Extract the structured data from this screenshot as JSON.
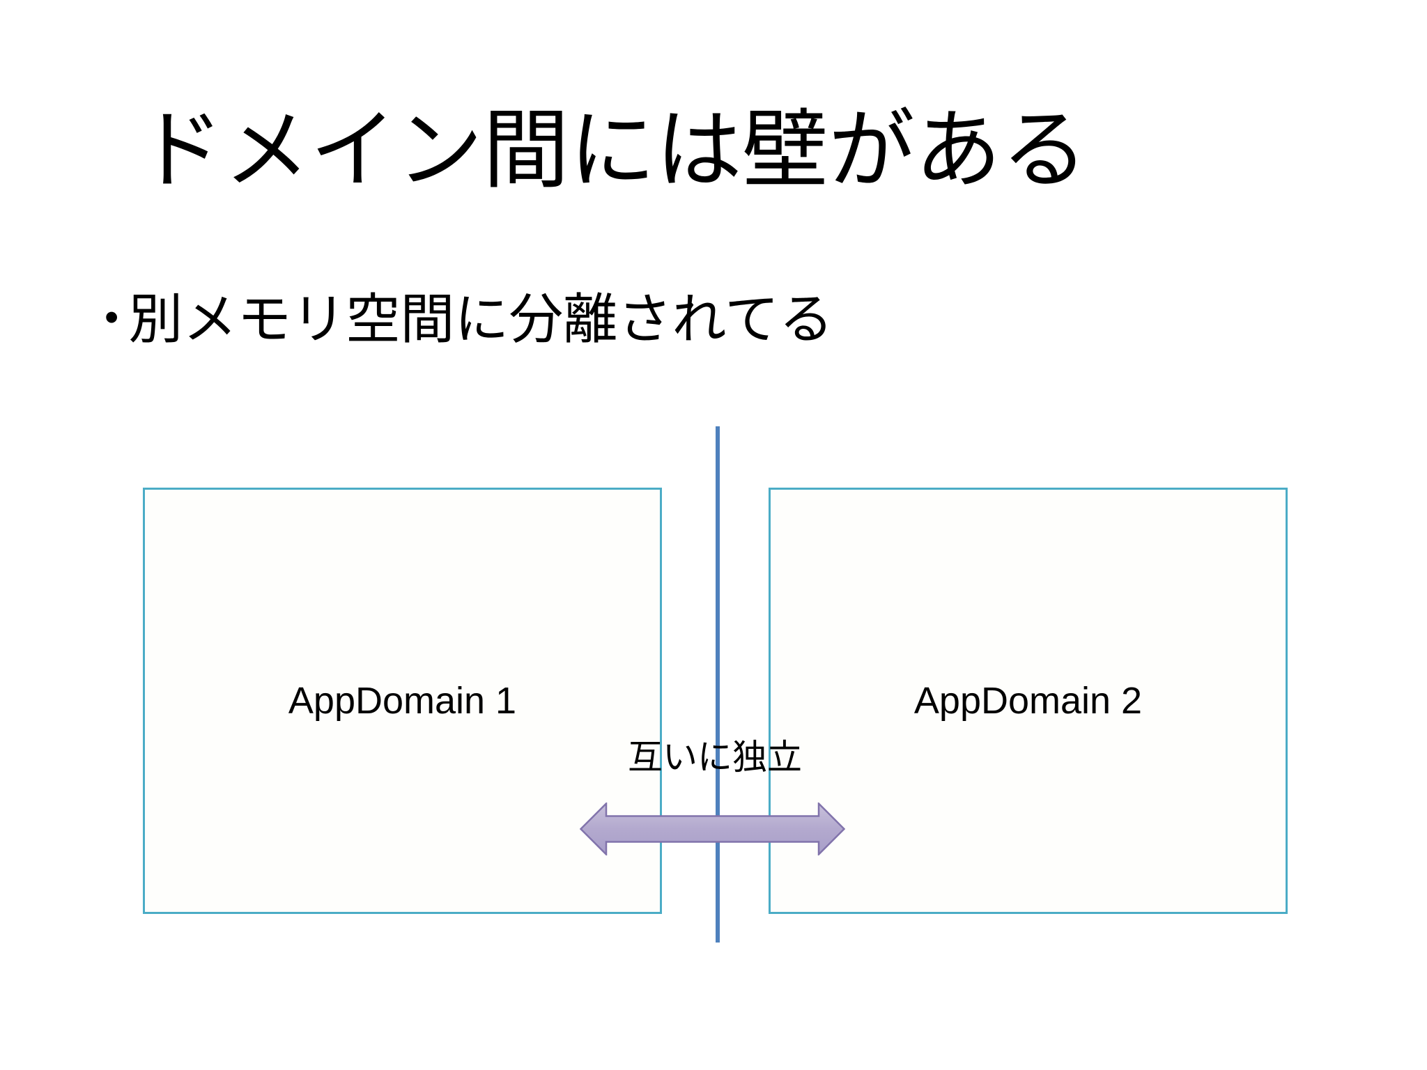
{
  "slide": {
    "title": "ドメイン間には壁がある",
    "bullet": {
      "marker": "•",
      "text": "別メモリ空間に分離されてる"
    },
    "diagram": {
      "left_box_label": "AppDomain 1",
      "right_box_label": "AppDomain 2",
      "arrow_label": "互いに独立"
    },
    "colors": {
      "background": "#FFFFFF",
      "text": "#000000",
      "box_border": "#4BACC6",
      "wall_line": "#4F81BD",
      "arrow_fill_top": "#C8C1DB",
      "arrow_fill_bottom": "#A89FC9",
      "arrow_stroke": "#8173AB"
    }
  }
}
